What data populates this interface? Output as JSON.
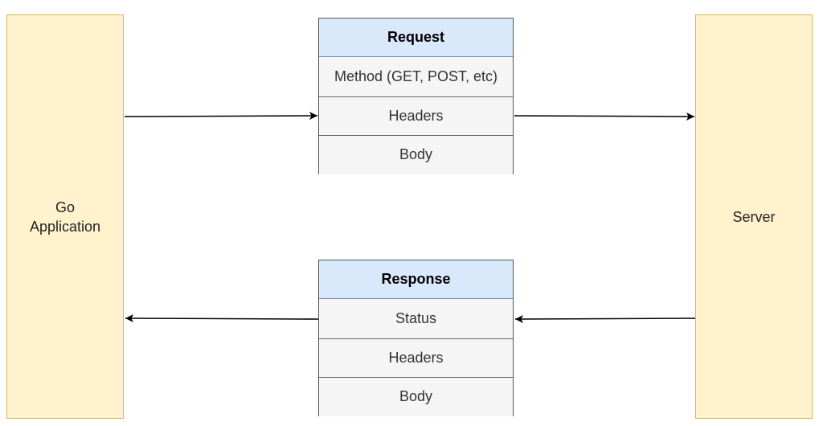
{
  "client": {
    "label": "Go\nApplication"
  },
  "server": {
    "label": "Server"
  },
  "request": {
    "title": "Request",
    "rows": [
      "Method (GET, POST, etc)",
      "Headers",
      "Body"
    ]
  },
  "response": {
    "title": "Response",
    "rows": [
      "Status",
      "Headers",
      "Body"
    ]
  },
  "colors": {
    "actor_fill": "#fff2cc",
    "actor_stroke": "#d6b656",
    "header_fill": "#dae8fc",
    "header_stroke": "#6c8ebf",
    "row_fill": "#f5f5f5",
    "arrow": "#000000"
  }
}
